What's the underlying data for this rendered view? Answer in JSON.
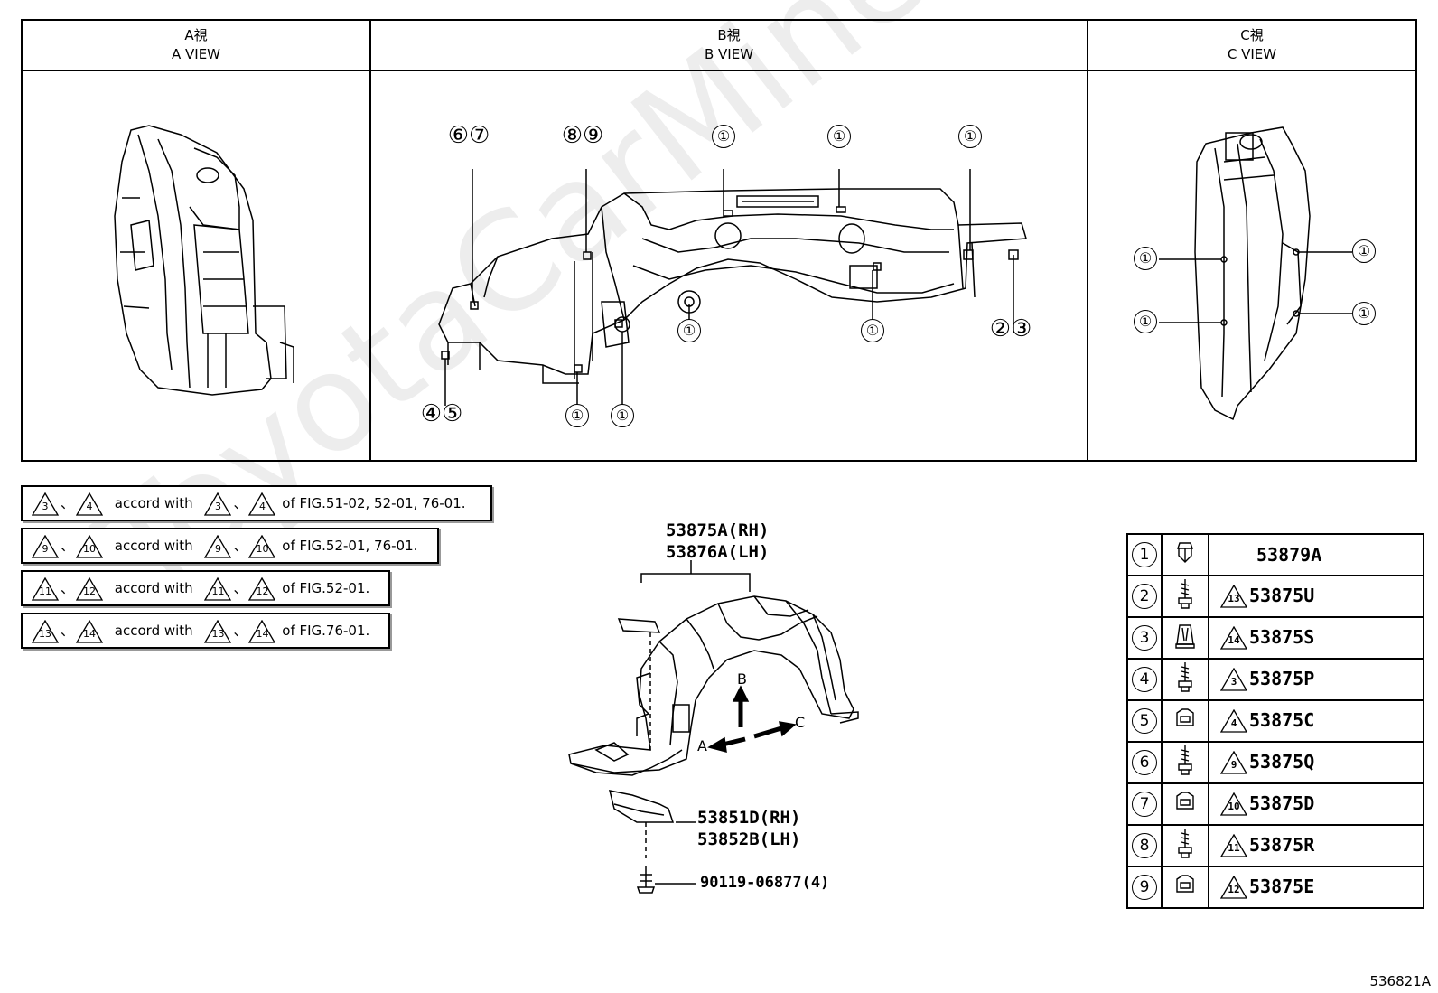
{
  "views": {
    "a": {
      "jp": "A視",
      "en": "A VIEW"
    },
    "b": {
      "jp": "B視",
      "en": "B VIEW"
    },
    "c": {
      "jp": "C視",
      "en": "C VIEW"
    }
  },
  "b_callouts": [
    "⑥⑦",
    "⑧⑨",
    "①",
    "①",
    "①",
    "①",
    "①",
    "②③",
    "④⑤",
    "①",
    "①"
  ],
  "c_callouts": [
    "①",
    "①",
    "①",
    "①"
  ],
  "notes": [
    {
      "a": "3",
      "b": "4",
      "mid": "accord with",
      "c": "3",
      "d": "4",
      "tail": "of FIG.51-02, 52-01, 76-01."
    },
    {
      "a": "9",
      "b": "10",
      "mid": "accord with",
      "c": "9",
      "d": "10",
      "tail": "of FIG.52-01, 76-01."
    },
    {
      "a": "11",
      "b": "12",
      "mid": "accord with",
      "c": "11",
      "d": "12",
      "tail": "of FIG.52-01."
    },
    {
      "a": "13",
      "b": "14",
      "mid": "accord with",
      "c": "13",
      "d": "14",
      "tail": "of FIG.76-01."
    }
  ],
  "note_separator": "、",
  "parts": {
    "liner_rh": "53875A(RH)",
    "liner_lh": "53876A(LH)",
    "guard_rh": "53851D(RH)",
    "guard_lh": "53852B(LH)",
    "bolt": "90119-06877(4)"
  },
  "arrows": {
    "a": "A",
    "b": "B",
    "c": "C"
  },
  "legend": [
    {
      "num": "1",
      "tri": "",
      "part": "53879A",
      "icon": "clip-icon"
    },
    {
      "num": "2",
      "tri": "13",
      "part": "53875U",
      "icon": "screw-icon"
    },
    {
      "num": "3",
      "tri": "14",
      "part": "53875S",
      "icon": "nut-clip-icon"
    },
    {
      "num": "4",
      "tri": "3",
      "part": "53875P",
      "icon": "screw-icon"
    },
    {
      "num": "5",
      "tri": "4",
      "part": "53875C",
      "icon": "speed-nut-icon"
    },
    {
      "num": "6",
      "tri": "9",
      "part": "53875Q",
      "icon": "screw-icon"
    },
    {
      "num": "7",
      "tri": "10",
      "part": "53875D",
      "icon": "speed-nut-icon"
    },
    {
      "num": "8",
      "tri": "11",
      "part": "53875R",
      "icon": "screw-icon"
    },
    {
      "num": "9",
      "tri": "12",
      "part": "53875E",
      "icon": "speed-nut-icon"
    }
  ],
  "watermark": "ToyotaCarMine.ru",
  "figure_ref": "536821A"
}
